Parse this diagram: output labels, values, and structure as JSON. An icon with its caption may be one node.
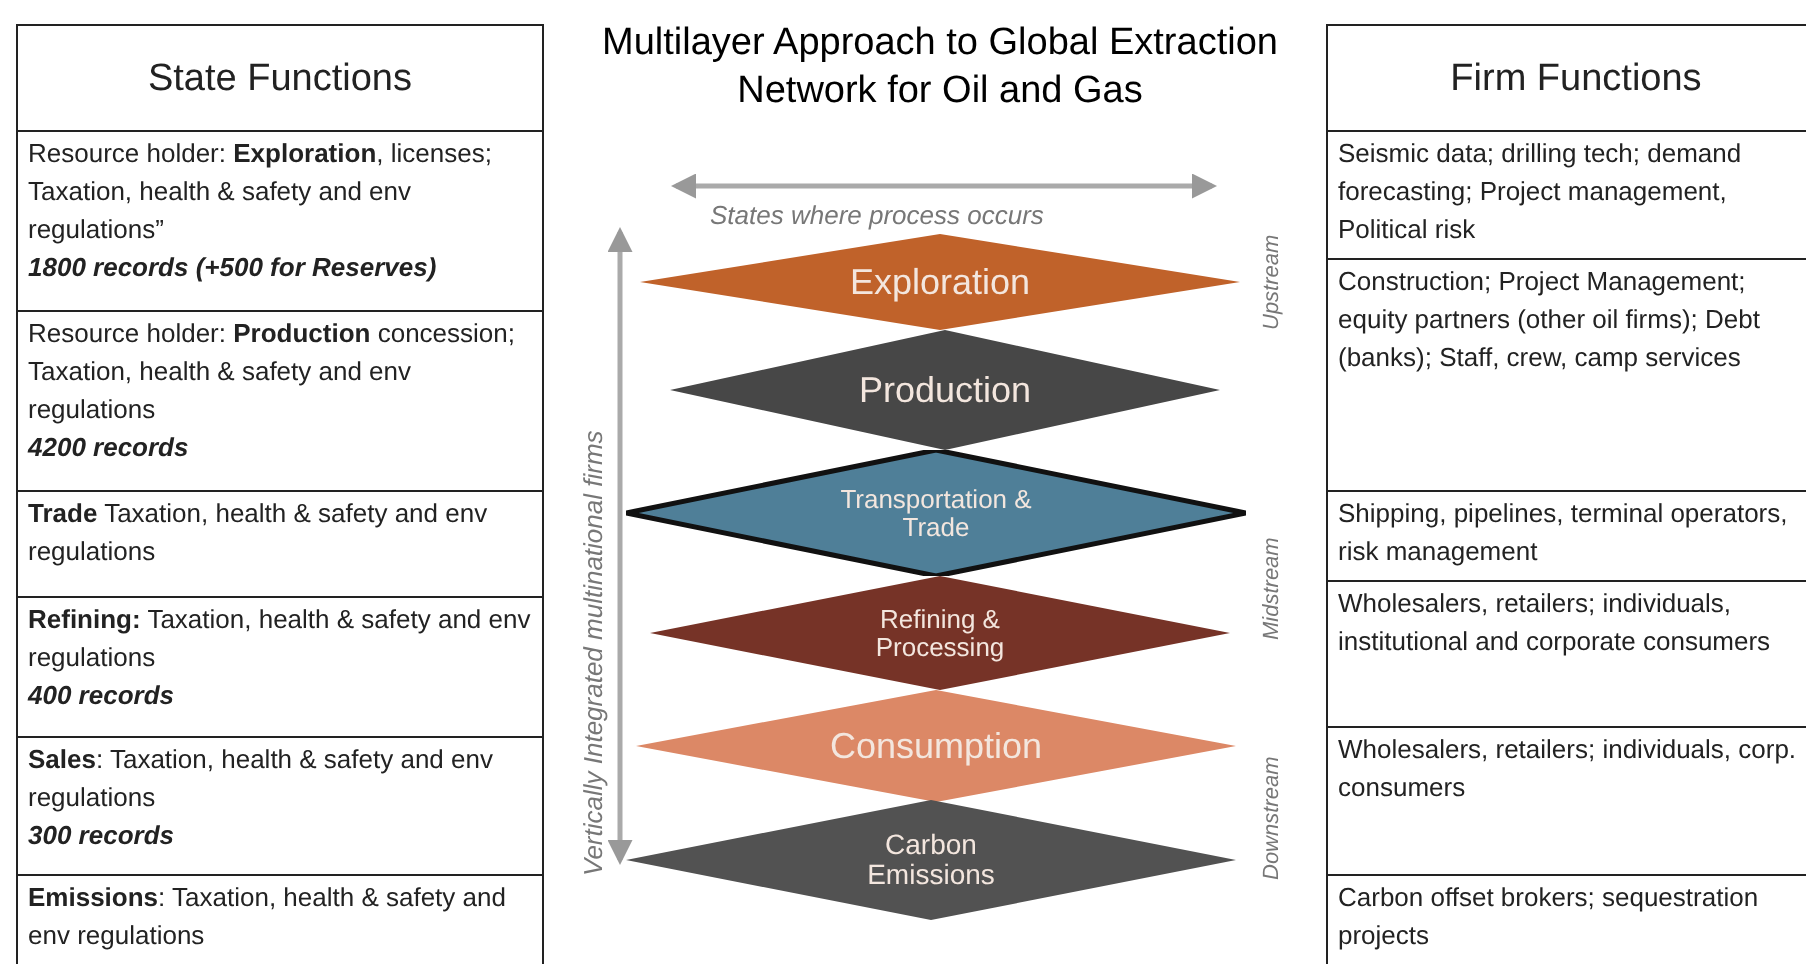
{
  "diagram": {
    "title": "Multilayer Approach to Global Extraction Network for Oil and Gas",
    "nodes": [
      {
        "text": [
          "State Functions"
        ]
      },
      {
        "text": [
          "Resource holder: **Exploration**, licenses; Taxation, health & safety and env regulations”",
          "1800 records (+500 for Reserves)"
        ]
      },
      {
        "text": [
          "Resource holder: **Production** concession; Taxation, health & safety and env regulations",
          "4200 records"
        ]
      },
      {
        "text": [
          "**Trade** Taxation, health & safety and env regulations"
        ]
      },
      {
        "text": [
          "**Refining:** Taxation, health & safety and env regulations",
          "400 records"
        ]
      },
      {
        "text": [
          "**Sales**: Taxation, health & safety and env regulations",
          "300 records"
        ]
      },
      {
        "text": [
          "**Emissions**: Taxation, health & safety and env regulations"
        ]
      },
      {
        "text": [
          "Exploration"
        ]
      },
      {
        "text": [
          "Production"
        ]
      },
      {
        "text": [
          "Transportation & Trade"
        ]
      },
      {
        "text": [
          "Refining & Processing"
        ]
      },
      {
        "text": [
          "Consumption"
        ]
      },
      {
        "text": [
          "Carbon Emissions"
        ]
      },
      {
        "text": [
          "Firm Functions"
        ]
      },
      {
        "text": [
          "Seismic data; drilling tech; demand forecasting; Project management, Political risk"
        ]
      },
      {
        "text": [
          "Construction; Project Management; equity partners (other oil firms); Debt (banks); Staff, crew, camp services"
        ]
      },
      {
        "text": [
          "Shipping, pipelines, terminal operators, risk management"
        ]
      },
      {
        "text": [
          "Wholesalers, retailers; individuals, institutional and corporate consumers"
        ]
      },
      {
        "text": [
          "Wholesalers, retailers; individuals, corp. consumers"
        ]
      },
      {
        "text": [
          "Carbon offset brokers; sequestration projects"
        ]
      }
    ],
    "labels": [
      "States where process occurs",
      "Vertically Integrated multinational firms",
      "Upstream",
      "Midstream",
      "Downstream"
    ]
  }
}
